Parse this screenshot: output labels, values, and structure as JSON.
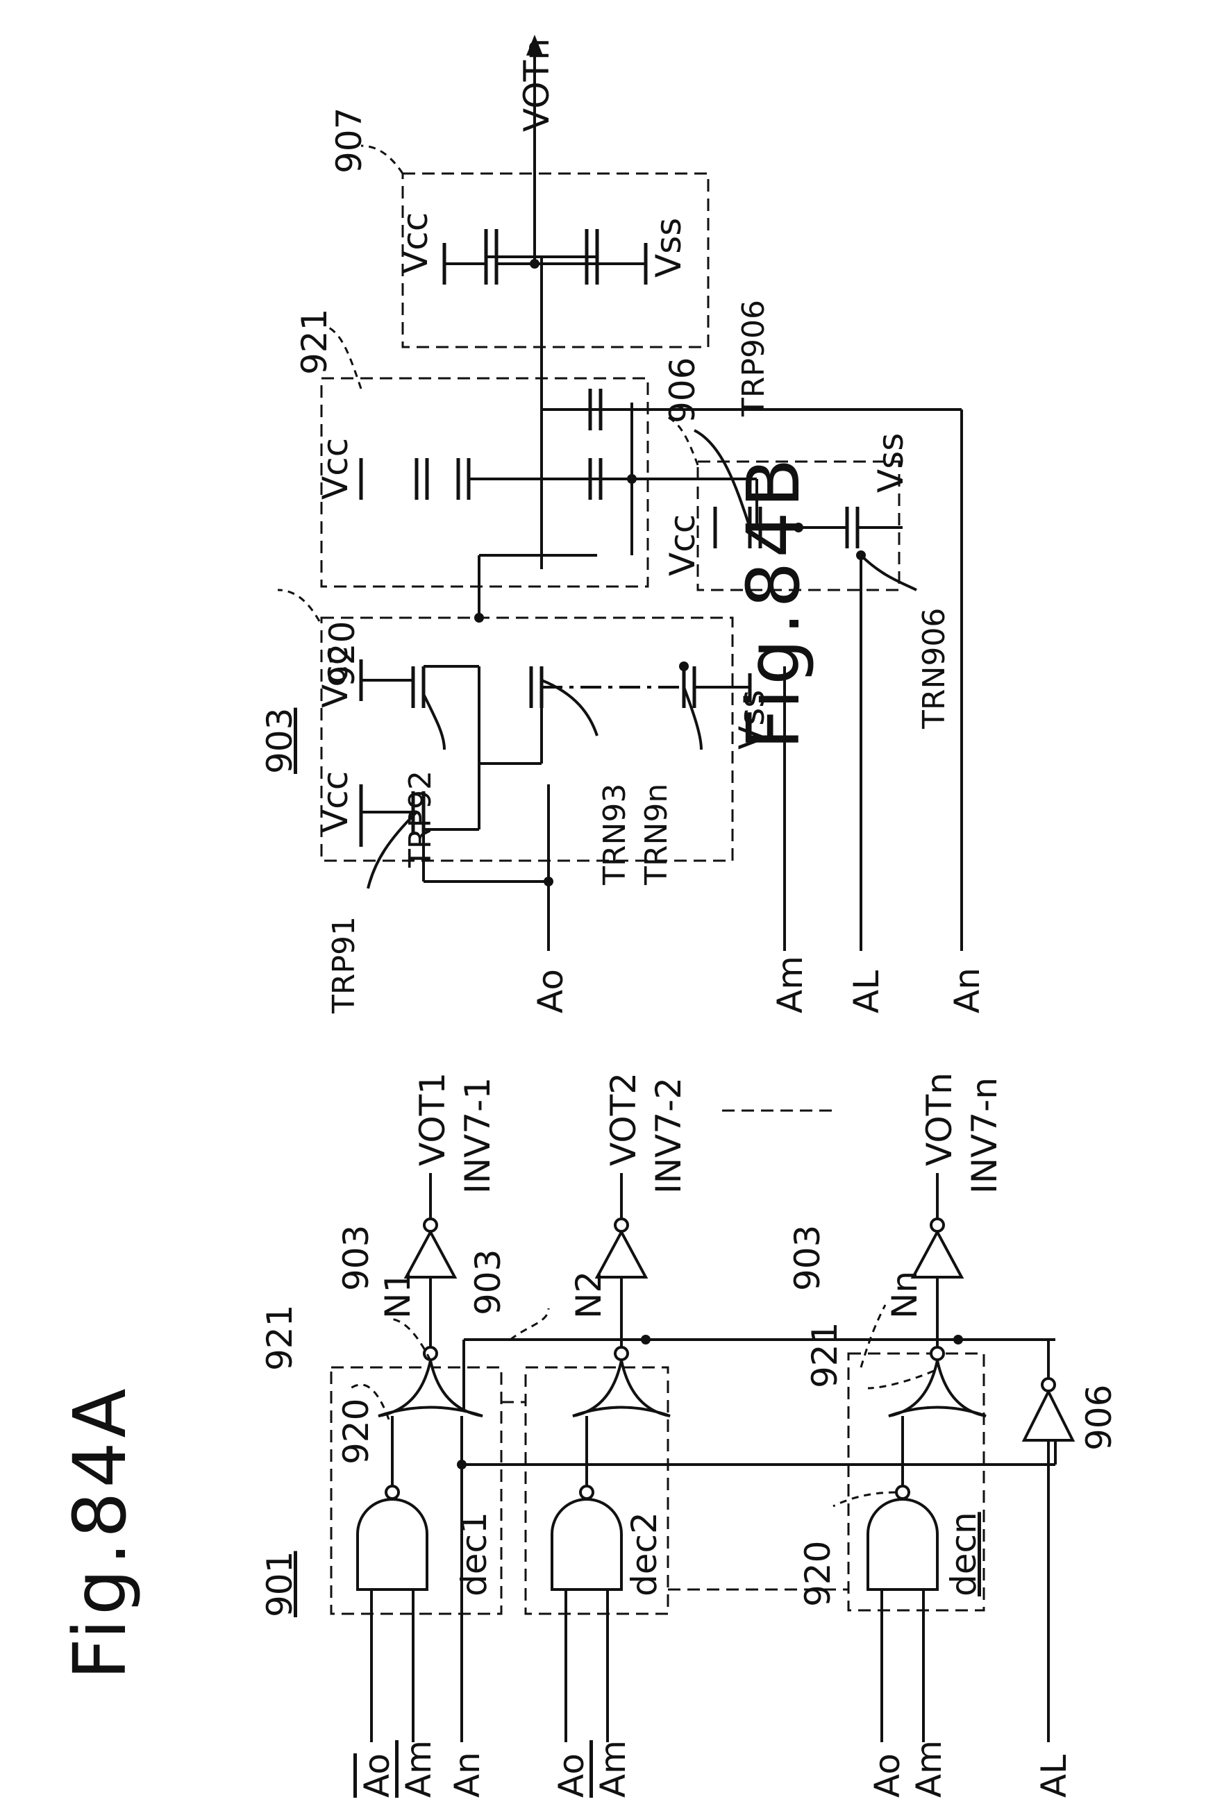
{
  "figures": {
    "a": {
      "title": "Fig.84A",
      "ref": "901"
    },
    "b": {
      "title": "Fig.84B",
      "ref": "903"
    }
  },
  "fig_a": {
    "rows": [
      {
        "in1": "Ao",
        "in2": "Am",
        "in1_bar": true,
        "in2_bar": true,
        "dec": "dec1",
        "node": "N1",
        "out": "VOT1",
        "inv": "INV7-1"
      },
      {
        "in1": "Ao",
        "in2": "Am",
        "in1_bar": false,
        "in2_bar": true,
        "dec": "dec2",
        "node": "N2",
        "out": "VOT2",
        "inv": "INV7-2"
      },
      {
        "in1": "Ao",
        "in2": "Am",
        "in1_bar": false,
        "in2_bar": false,
        "dec": "decn",
        "node": "Nn",
        "out": "VOTn",
        "inv": "INV7-n"
      }
    ],
    "an": "An",
    "al": "AL",
    "refs": {
      "nand": "920",
      "nor": "921",
      "block": "903",
      "inverter": "906"
    }
  },
  "fig_b": {
    "inputs": [
      "Ao",
      "Am",
      "AL",
      "An"
    ],
    "output": "VOTn",
    "blocks": {
      "nand": "920",
      "nor": "921",
      "inv_out": "907",
      "inv_al": "906"
    },
    "transistors": [
      "TRP91",
      "TRP92",
      "TRN93",
      "TRN9n",
      "TRP906",
      "TRN906"
    ],
    "supplies": {
      "vcc": "Vcc",
      "vss": "Vss"
    }
  },
  "colors": {
    "ink": "#111111",
    "paper": "#ffffff"
  }
}
